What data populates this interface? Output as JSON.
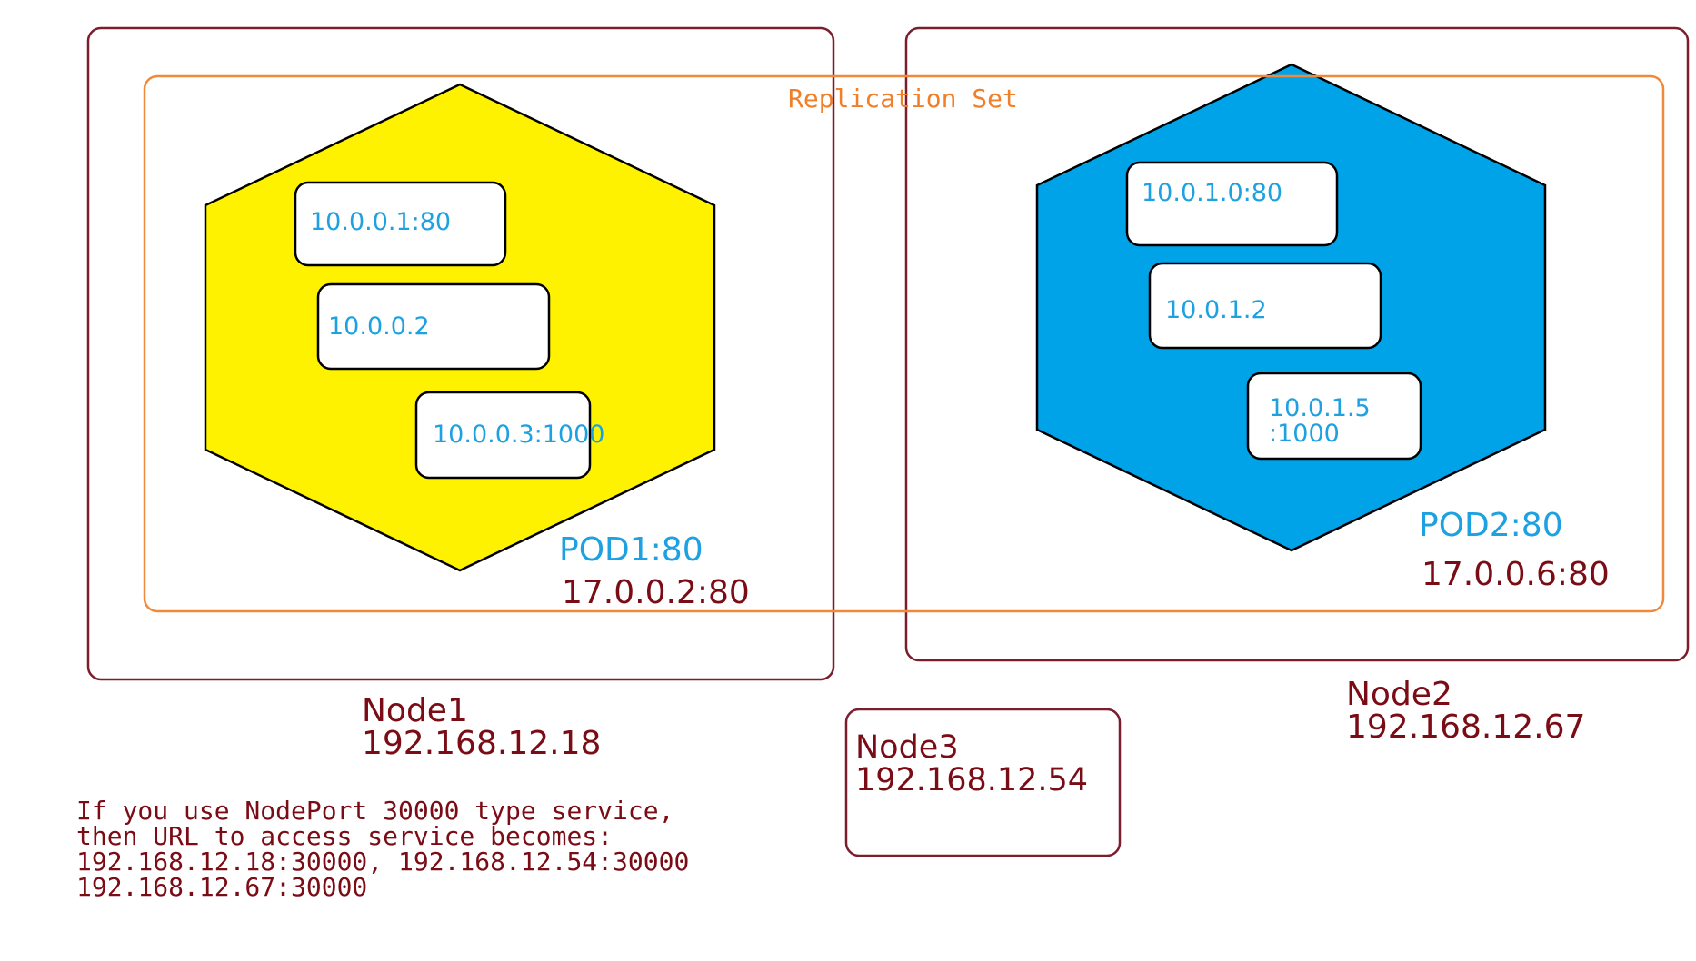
{
  "colors": {
    "node_border": "#7a1e2e",
    "node_text": "#7a0c16",
    "replicaset_border": "#f08a3a",
    "replicaset_text": "#f07f2a",
    "pod1_fill": "#fff200",
    "pod2_fill": "#00a2e8",
    "pod_outline": "#000000",
    "container_text": "#1da1e0",
    "container_fill": "#ffffff"
  },
  "replication_set": {
    "label": "Replication Set"
  },
  "node1": {
    "name": "Node1",
    "ip": "192.168.12.18"
  },
  "node2": {
    "name": "Node2",
    "ip": "192.168.12.67"
  },
  "node3": {
    "name": "Node3",
    "ip": "192.168.12.54"
  },
  "pod1": {
    "label": "POD1:80",
    "address": "17.0.0.2:80",
    "containers": [
      "10.0.0.1:80",
      "10.0.0.2",
      "10.0.0.3:1000"
    ]
  },
  "pod2": {
    "label": "POD2:80",
    "address": "17.0.0.6:80",
    "containers": [
      "10.0.1.0:80",
      "10.0.1.2"
    ],
    "container3_line1": "10.0.1.5",
    "container3_line2": ":1000"
  },
  "note": {
    "line1": "If you use NodePort 30000 type service,",
    "line2": "then URL to access service becomes:",
    "line3": "192.168.12.18:30000, 192.168.12.54:30000",
    "line4": "192.168.12.67:30000"
  }
}
